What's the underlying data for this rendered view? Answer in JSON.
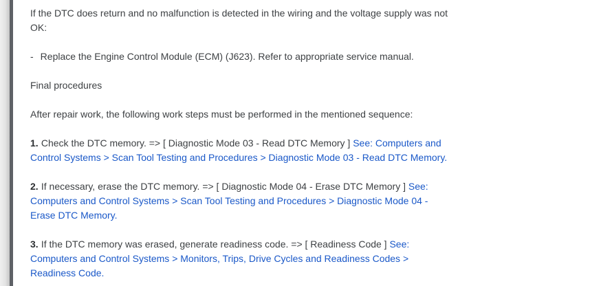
{
  "page": {
    "background": "#ffffff",
    "text_color": "#3d4043",
    "link_color": "#1a58c8",
    "divider_color": "#5e6166"
  },
  "content": {
    "paragraphs": {
      "0": {
        "text": "If the DTC does return and no malfunction is detected in the wiring and the voltage supply was not OK:"
      },
      "1": {
        "bullet": "-",
        "text": "Replace the Engine Control Module (ECM) (J623). Refer to appropriate service manual."
      },
      "2": {
        "text": "Final procedures"
      },
      "3": {
        "text": "After repair work, the following work steps must be performed in the mentioned sequence:"
      },
      "4": {
        "number": "1.",
        "text": "Check the DTC memory. => [ Diagnostic Mode 03 - Read DTC Memory ] ",
        "link": "See: Computers and Control Systems > Scan Tool Testing and Procedures > Diagnostic Mode 03 - Read DTC Memory."
      },
      "5": {
        "number": "2.",
        "text": "If necessary, erase the DTC memory. => [ Diagnostic Mode 04 - Erase DTC Memory ] ",
        "link": "See: Computers and Control Systems > Scan Tool Testing and Procedures > Diagnostic Mode 04 - Erase DTC Memory."
      },
      "6": {
        "number": "3.",
        "text": "If the DTC memory was erased, generate readiness code. => [ Readiness Code ] ",
        "link": "See: Computers and Control Systems > Monitors, Trips, Drive Cycles and Readiness Codes > Readiness Code."
      }
    }
  }
}
